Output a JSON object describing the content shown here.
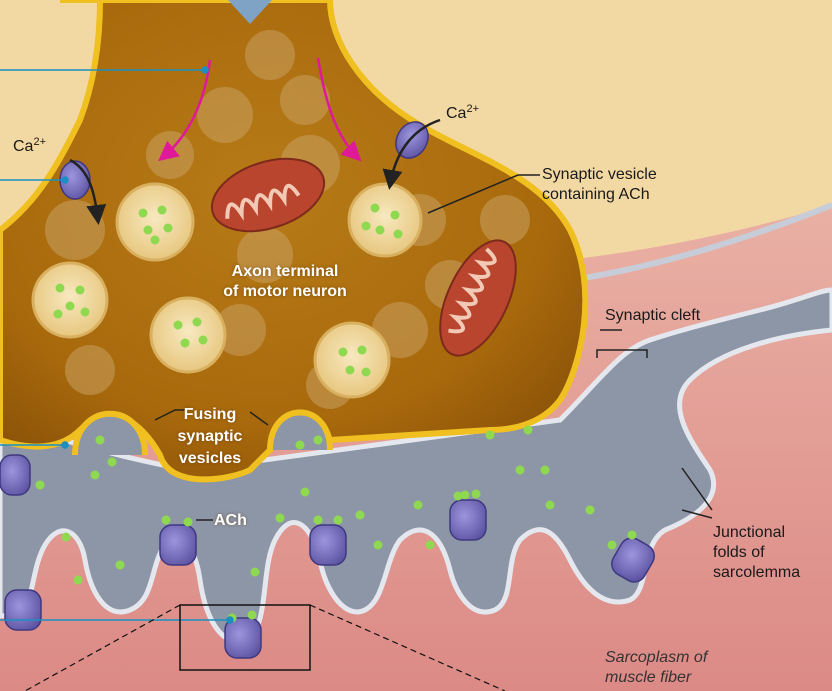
{
  "labels": {
    "ca_left_base": "Ca",
    "ca_left_sup": "2+",
    "ca_right_base": "Ca",
    "ca_right_sup": "2+",
    "synaptic_vesicle": "Synaptic vesicle\ncontaining ACh",
    "axon_terminal": "Axon terminal\nof motor neuron",
    "synaptic_cleft": "Synaptic cleft",
    "fusing_vesicles": "Fusing\nsynaptic\nvesicles",
    "ach": "ACh",
    "junctional_folds": "Junctional\nfolds of\nsarcolemma",
    "sarcoplasm": "Sarcoplasm of\nmuscle fiber"
  },
  "colors": {
    "terminal_fill": "#c8880f",
    "terminal_edge": "#f0c020",
    "vesicle_fill": "#f3dca0",
    "ach_dot": "#8ed94f",
    "cleft_fill": "#8e97a8",
    "sarcolemma_edge": "#e4e8ee",
    "muscle_fill": "#e7a29a",
    "background": "#f2d8a3",
    "receptor": "#6b63b3",
    "mitochondrion": "#b9452f",
    "leader_line_blue": "#1a8fc0",
    "ca_arrow_magenta": "#e0199a"
  }
}
